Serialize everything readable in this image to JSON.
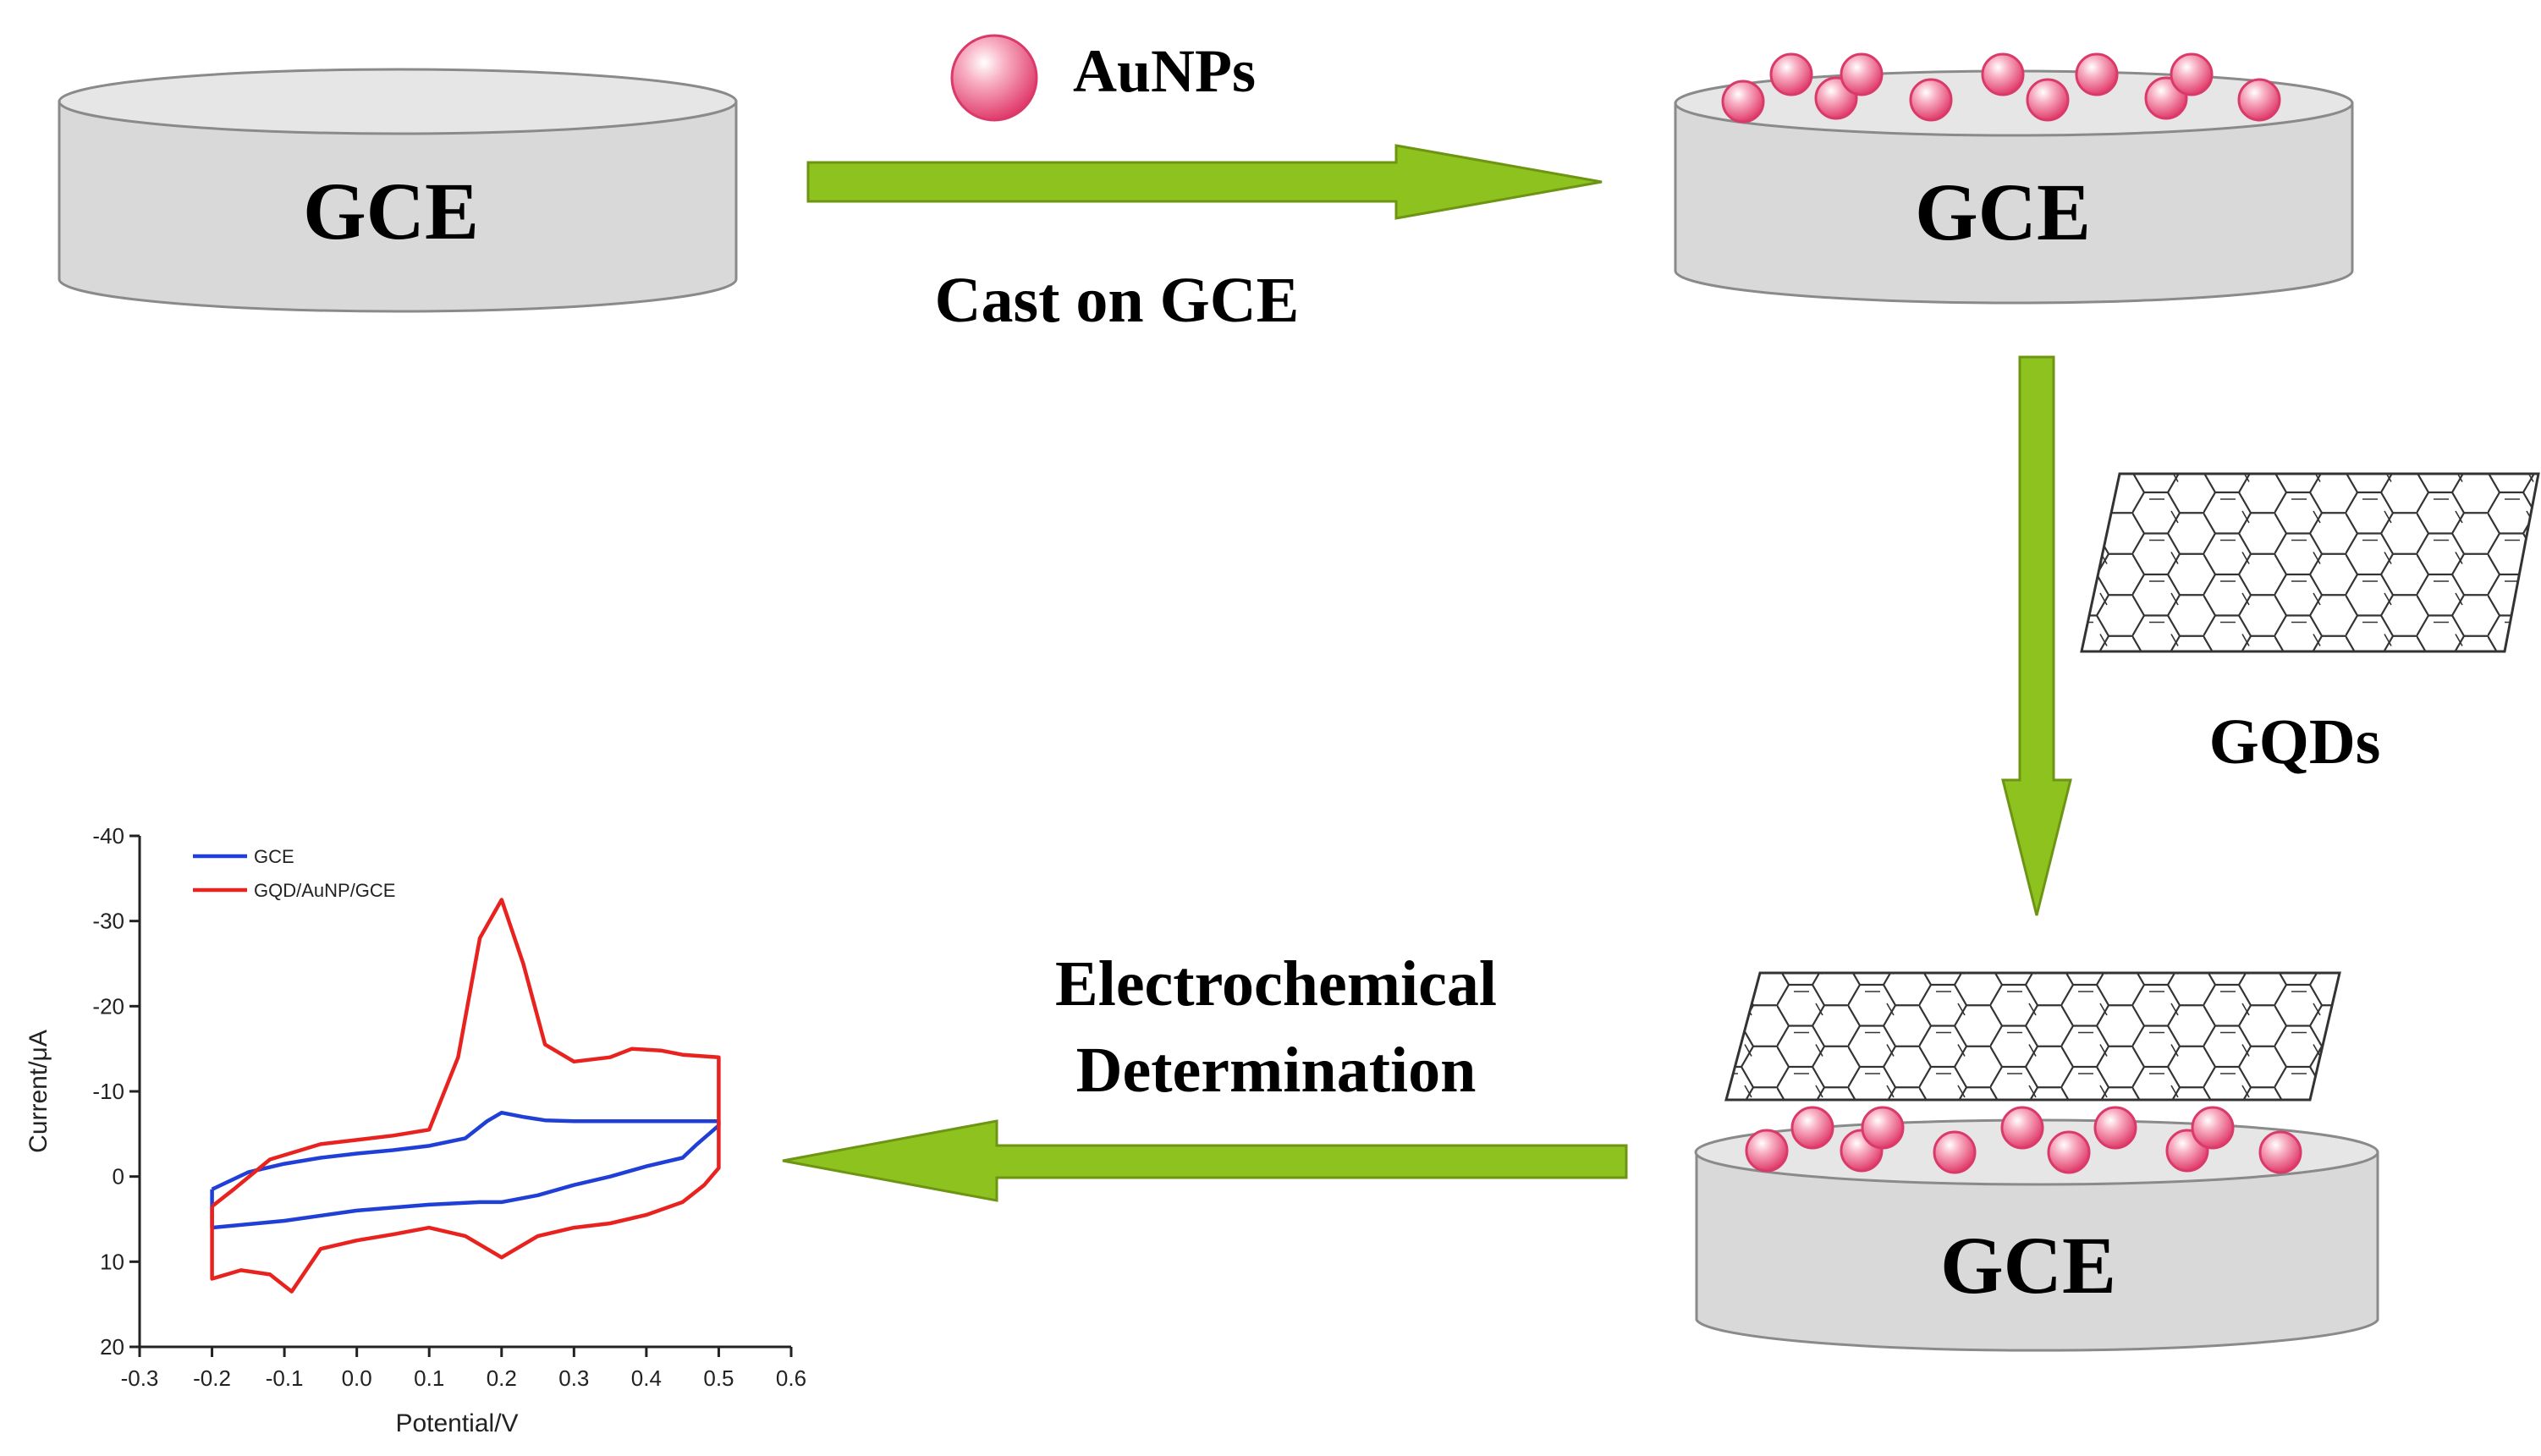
{
  "labels": {
    "gce_top_left": "GCE",
    "gce_top_right": "GCE",
    "gce_bottom_right": "GCE",
    "aunps": "AuNPs",
    "cast_on_gce": "Cast on GCE",
    "gqds": "GQDs",
    "electrochem_line1": "Electrochemical",
    "electrochem_line2": "Determination"
  },
  "colors": {
    "arrow": "#8dc21f",
    "electrode": "#d9d9d9",
    "nanoparticle": "#f06088",
    "blue_series": "#1f3fd6",
    "red_series": "#e8231f"
  },
  "chart_data": {
    "type": "line",
    "xlabel": "Potential/V",
    "ylabel": "Current/μA",
    "xlim": [
      -0.3,
      0.6
    ],
    "ylim": [
      20,
      -40
    ],
    "x_ticks": [
      "-0.3",
      "-0.2",
      "-0.1",
      "0.0",
      "0.1",
      "0.2",
      "0.3",
      "0.4",
      "0.5",
      "0.6"
    ],
    "y_ticks": [
      "-40",
      "-30",
      "-20",
      "-10",
      "0",
      "10",
      "20"
    ],
    "legend": "top-left",
    "series": [
      {
        "name": "GCE",
        "color": "#1f3fd6",
        "x": [
          -0.2,
          -0.15,
          -0.1,
          -0.05,
          0.0,
          0.05,
          0.1,
          0.15,
          0.18,
          0.2,
          0.23,
          0.26,
          0.3,
          0.35,
          0.4,
          0.45,
          0.5,
          0.5,
          0.47,
          0.45,
          0.4,
          0.35,
          0.3,
          0.25,
          0.2,
          0.17,
          0.1,
          0.0,
          -0.1,
          -0.2
        ],
        "y": [
          1.5,
          -0.5,
          -1.5,
          -2.2,
          -2.7,
          -3.1,
          -3.6,
          -4.5,
          -6.5,
          -7.5,
          -7.0,
          -6.6,
          -6.5,
          -6.5,
          -6.5,
          -6.5,
          -6.5,
          -6.0,
          -3.8,
          -2.2,
          -1.2,
          0.0,
          1.0,
          2.2,
          3.0,
          3.0,
          3.3,
          4.0,
          5.2,
          6.0
        ]
      },
      {
        "name": "GQD/AuNP/GCE",
        "color": "#e8231f",
        "x": [
          -0.2,
          -0.17,
          -0.12,
          -0.05,
          0.0,
          0.05,
          0.1,
          0.14,
          0.17,
          0.2,
          0.23,
          0.26,
          0.3,
          0.35,
          0.38,
          0.42,
          0.45,
          0.5,
          0.5,
          0.48,
          0.45,
          0.4,
          0.35,
          0.3,
          0.25,
          0.22,
          0.2,
          0.18,
          0.15,
          0.1,
          0.05,
          0.0,
          -0.05,
          -0.09,
          -0.12,
          -0.16,
          -0.2
        ],
        "y": [
          3.5,
          1.5,
          -2.0,
          -3.8,
          -4.3,
          -4.8,
          -5.5,
          -14.0,
          -28.0,
          -32.5,
          -25.0,
          -15.5,
          -13.5,
          -14.0,
          -15.0,
          -14.8,
          -14.3,
          -14.0,
          -1.0,
          1.0,
          3.0,
          4.5,
          5.5,
          6.0,
          7.0,
          8.5,
          9.5,
          8.5,
          7.0,
          6.0,
          6.8,
          7.5,
          8.5,
          13.5,
          11.5,
          11.0,
          12.0
        ]
      }
    ]
  }
}
